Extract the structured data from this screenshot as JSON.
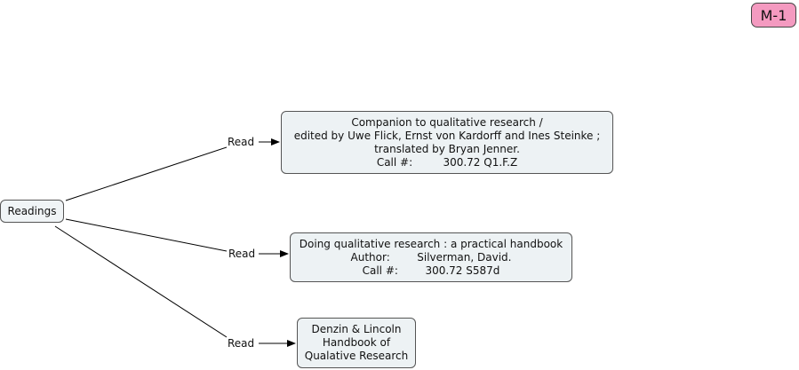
{
  "badge": "M-1",
  "colors": {
    "concept_fill": "#edf2f4",
    "badge_fill": "#f49ac0",
    "line": "#000000"
  },
  "root": {
    "label": "Readings"
  },
  "link_label": "Read",
  "concepts": [
    {
      "lines": [
        "Companion to qualitative research /",
        "edited by Uwe Flick, Ernst von Kardorff and Ines Steinke ;",
        "translated by Bryan Jenner.",
        "Call #:         300.72 Q1.F.Z"
      ]
    },
    {
      "lines": [
        "Doing qualitative research : a practical handbook",
        "Author:        Silverman, David.",
        "Call #:        300.72 S587d"
      ]
    },
    {
      "lines": [
        "Denzin & Lincoln",
        "Handbook of",
        "Qualative Research"
      ]
    }
  ]
}
